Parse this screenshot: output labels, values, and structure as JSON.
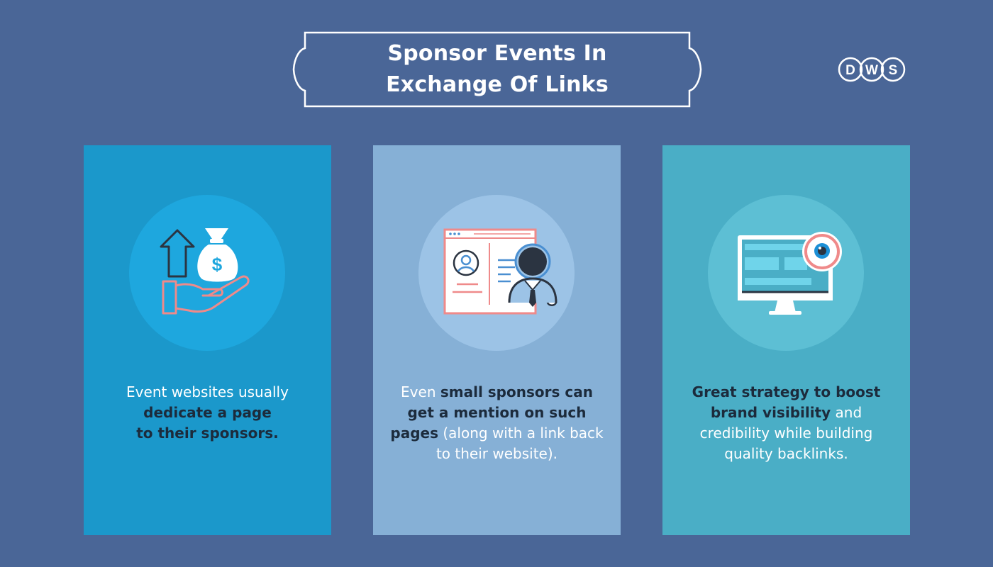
{
  "title": {
    "line1": "Sponsor Events In",
    "line2": "Exchange Of Links"
  },
  "logo": {
    "text": "DWS"
  },
  "colors": {
    "background": "#4a6697",
    "card1": "#1b98cb",
    "card2": "#86b0d6",
    "card3": "#4aaec6",
    "accent_salmon": "#ef8a8a",
    "dark_text": "#1c2b3c"
  },
  "cards": [
    {
      "icon": "money-bag-hand-icon",
      "parts": [
        {
          "text": "Event websites usually",
          "bold": false
        },
        {
          "text": "dedicate a page",
          "bold": true
        },
        {
          "text": "to their sponsors.",
          "bold": true
        }
      ]
    },
    {
      "icon": "sponsor-profile-page-icon",
      "parts": [
        {
          "text": "Even ",
          "bold": false
        },
        {
          "text": "small sponsors can get a mention on such pages",
          "bold": true
        },
        {
          "text": " (along with a link back to their website).",
          "bold": false
        }
      ]
    },
    {
      "icon": "monitor-eye-visibility-icon",
      "parts": [
        {
          "text": "Great strategy to boost brand visibility",
          "bold": true
        },
        {
          "text": " and credibility while building quality backlinks.",
          "bold": false
        }
      ]
    }
  ]
}
